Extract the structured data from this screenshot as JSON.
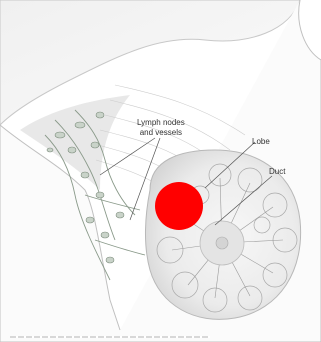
{
  "figure": {
    "labels": {
      "lymph_line1": "Lymph nodes",
      "lymph_line2": "and vessels",
      "lobe": "Lobe",
      "duct": "Duct"
    },
    "colors": {
      "marker": "#ff0000",
      "skin_line": "#b8b8b8",
      "background": "#ffffff",
      "tissue": "#e6e6e6"
    }
  }
}
